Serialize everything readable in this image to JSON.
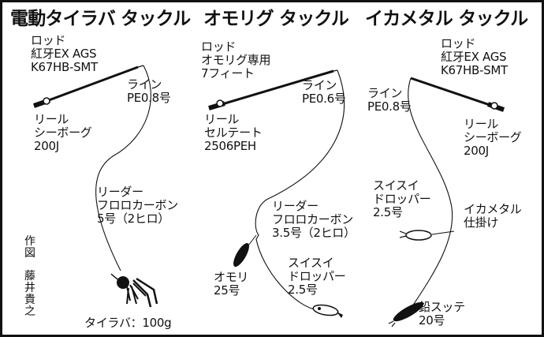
{
  "titles": {
    "tairaba": "電動タイラバ タックル",
    "omorigu": "オモリグ タックル",
    "ikametal": "イカメタル タックル"
  },
  "tairaba": {
    "rod": "ロッド\n紅牙EX AGS\nK67HB-SMT",
    "line": "ライン\nPE0.8号",
    "reel": "リール\nシーボーグ\n200J",
    "leader": "リーダー\nフロロカーボン\n5号（2ヒロ）",
    "lure": "タイラバ：100g",
    "credit": "作\n図\n\n藤\n井\n貴\n之"
  },
  "omorigu": {
    "rod": "ロッド\nオモリグ専用\n7フィート",
    "line": "ライン\nPE0.6号",
    "reel": "リール\nセルテート\n2506PEH",
    "leader": "リーダー\nフロロカーボン\n3.5号（2ヒロ）",
    "sinker": "オモリ\n25号",
    "egi": "スイスイ\nドロッパー\n2.5号"
  },
  "ikametal": {
    "rod": "ロッド\n紅牙EX AGS\nK67HB-SMT",
    "line": "ライン\nPE0.8号",
    "reel": "リール\nシーボーグ\n200J",
    "dropper": "スイスイ\nドロッパー\n2.5号",
    "rig": "イカメタル\n仕掛け",
    "sinker": "鉛スッテ\n20号"
  },
  "colors": {
    "ink": "#111111",
    "background": "#ffffff"
  }
}
